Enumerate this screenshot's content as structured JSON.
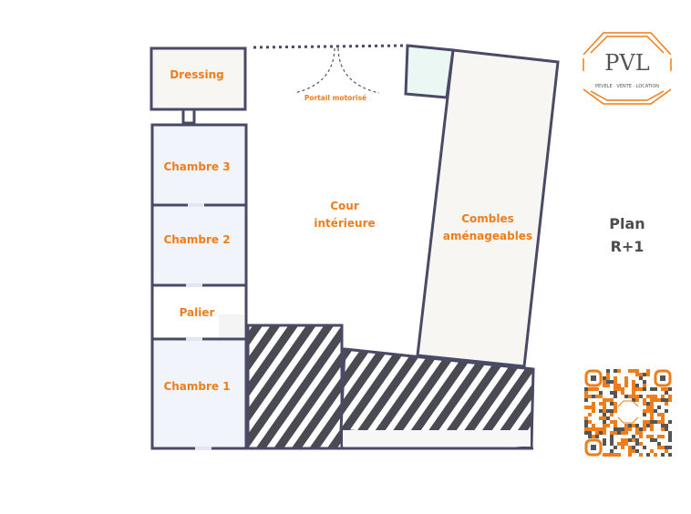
{
  "rooms": {
    "dressing": "Dressing",
    "chambre3": "Chambre 3",
    "chambre2": "Chambre 2",
    "palier": "Palier",
    "chambre1": "Chambre 1",
    "cour_line1": "Cour",
    "cour_line2": "intérieure",
    "combles_line1": "Combles",
    "combles_line2": "aménageables",
    "portail": "Portail motorisé"
  },
  "plan": {
    "line1": "Plan",
    "line2": "R+1"
  },
  "logo": {
    "mark": "PVL",
    "tagline": "PEVELE · VENTE · LOCATION"
  },
  "colors": {
    "accent": "#ef7d1a",
    "wall": "#4a4a66",
    "room_blue": "#f1f4fb",
    "room_beige": "#f7f6f3",
    "green": "#ebf7f3",
    "plan_text": "#4d4d4d"
  }
}
